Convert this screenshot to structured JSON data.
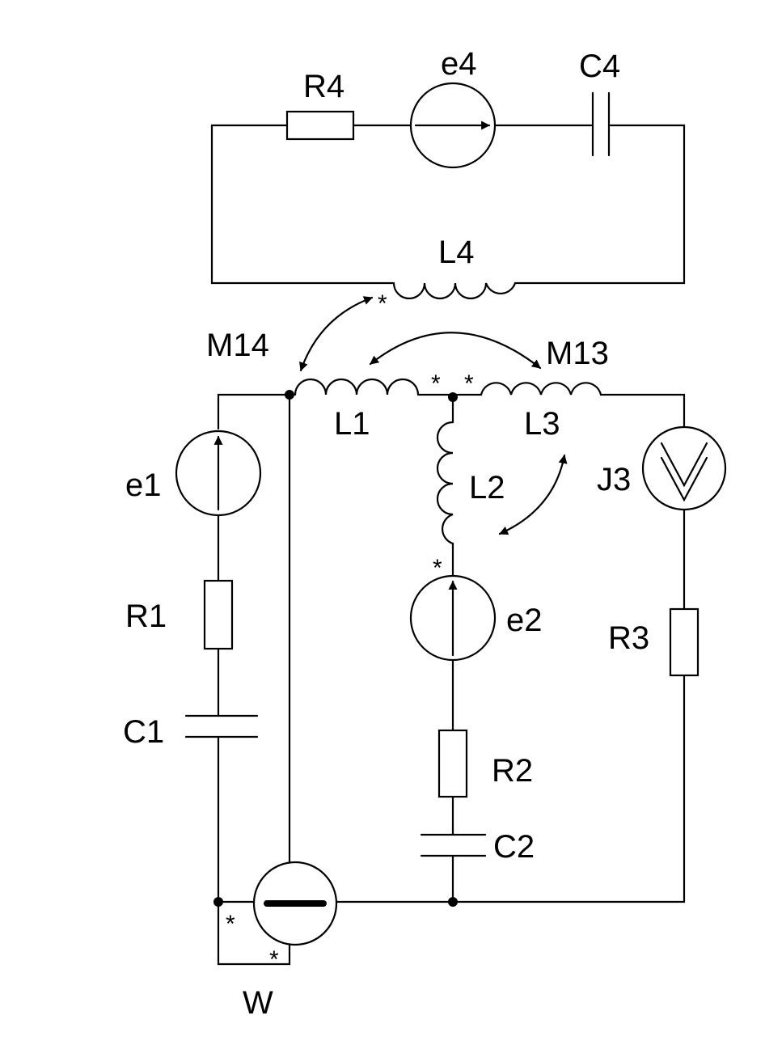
{
  "labels": {
    "R4": "R4",
    "e4": "e4",
    "C4": "C4",
    "L4": "L4",
    "M14": "M14",
    "M13": "M13",
    "L1": "L1",
    "L2": "L2",
    "L3": "L3",
    "e1": "e1",
    "R1": "R1",
    "C1": "C1",
    "e2": "e2",
    "R2": "R2",
    "C2": "C2",
    "J3": "J3",
    "R3": "R3",
    "W": "W"
  },
  "star": "*"
}
